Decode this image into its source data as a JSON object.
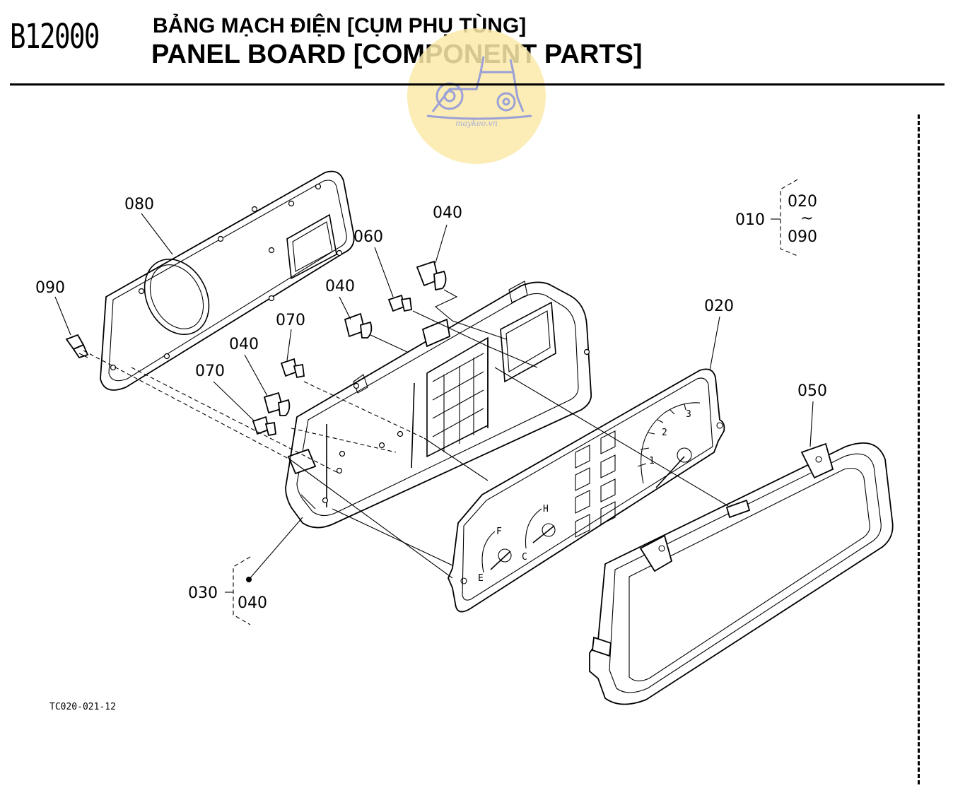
{
  "header": {
    "code": "B12000",
    "title_vi": "BẢNG MẠCH ĐIỆN [CỤM PHỤ TÙNG]",
    "title_en": "PANEL BOARD [COMPONENT PARTS]"
  },
  "watermark": {
    "text": "maykeo.vn"
  },
  "callouts": {
    "p080": "080",
    "p090": "090",
    "p040a": "040",
    "p060": "060",
    "p040b": "040",
    "p070a": "070",
    "p040c": "040",
    "p070b": "070",
    "p020": "020",
    "p050": "050",
    "p010": "010",
    "p020r": "020",
    "tilde": "~",
    "p090r": "090",
    "p030": "030",
    "p040d": "040"
  },
  "gauge_marks": {
    "tach": [
      "1",
      "2",
      "3"
    ],
    "fuel_f": "F",
    "fuel_e": "E",
    "temp_h": "H",
    "temp_c": "C"
  },
  "figure_code": "TC020-021-12"
}
